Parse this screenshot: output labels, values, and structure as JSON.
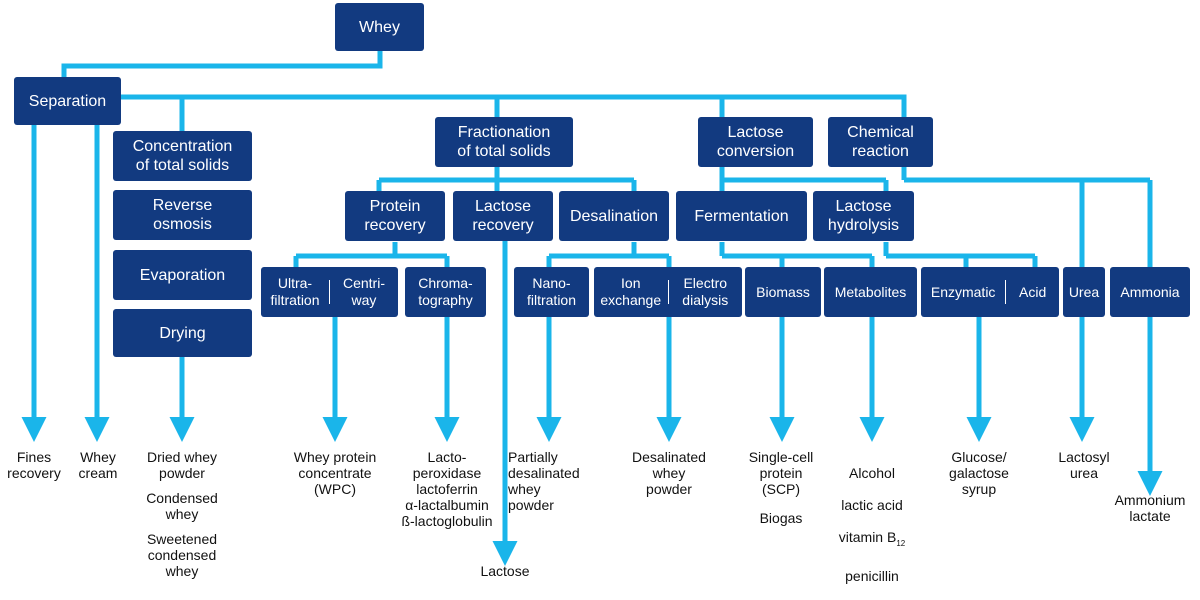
{
  "colors": {
    "box": "#123a80",
    "line": "#1ab5ea",
    "text": "#111111"
  },
  "boxes": {
    "whey": "Whey",
    "separation": "Separation",
    "concentration": "Concentration\nof total solids",
    "reverse_osmosis": "Reverse\nosmosis",
    "evaporation": "Evaporation",
    "drying": "Drying",
    "fractionation": "Fractionation\nof total solids",
    "lactose_conversion": "Lactose\nconversion",
    "chemical_reaction": "Chemical\nreaction",
    "protein_recovery": "Protein\nrecovery",
    "lactose_recovery": "Lactose\nrecovery",
    "desalination": "Desalination",
    "fermentation": "Fermentation",
    "lactose_hydrolysis": "Lactose\nhydrolysis",
    "ultrafiltration": "Ultra-\nfiltration",
    "centriway": "Centri-\nway",
    "chromatography": "Chroma-\ntography",
    "nanofiltration": "Nano-\nfiltration",
    "ion_exchange": "Ion\nexchange",
    "electrodialysis": "Electro\ndialysis",
    "biomass": "Biomass",
    "metabolites": "Metabolites",
    "enzymatic": "Enzymatic",
    "acid": "Acid",
    "urea": "Urea",
    "ammonia": "Ammonia"
  },
  "outputs": {
    "fines_recovery": "Fines\nrecovery",
    "whey_cream": "Whey\ncream",
    "dried_whey_powder": "Dried whey\npowder",
    "condensed_whey": "Condensed\nwhey",
    "sweetened_condensed_whey": "Sweetened\ncondensed\nwhey",
    "wpc": "Whey protein\nconcentrate\n(WPC)",
    "lacto_proteins": "Lacto-\nperoxidase\nlactoferrin\nα-lactalbumin\nß-lactoglobulin",
    "lactose": "Lactose",
    "partially_desalinated": "Partially\ndesalinated\nwhey\npowder",
    "desalinated_powder": "Desalinated\nwhey\npowder",
    "scp": "Single-cell\nprotein\n(SCP)",
    "biogas": "Biogas",
    "metabolites_line1": "Alcohol",
    "metabolites_line2": "lactic acid",
    "metabolites_line3": "vitamin B",
    "metabolites_sub": "12",
    "metabolites_line4": "penicillin",
    "glucose_syrup": "Glucose/\ngalactose\nsyrup",
    "lactosyl_urea": "Lactosyl\nurea",
    "ammonium_lactate": "Ammonium\nlactate"
  }
}
